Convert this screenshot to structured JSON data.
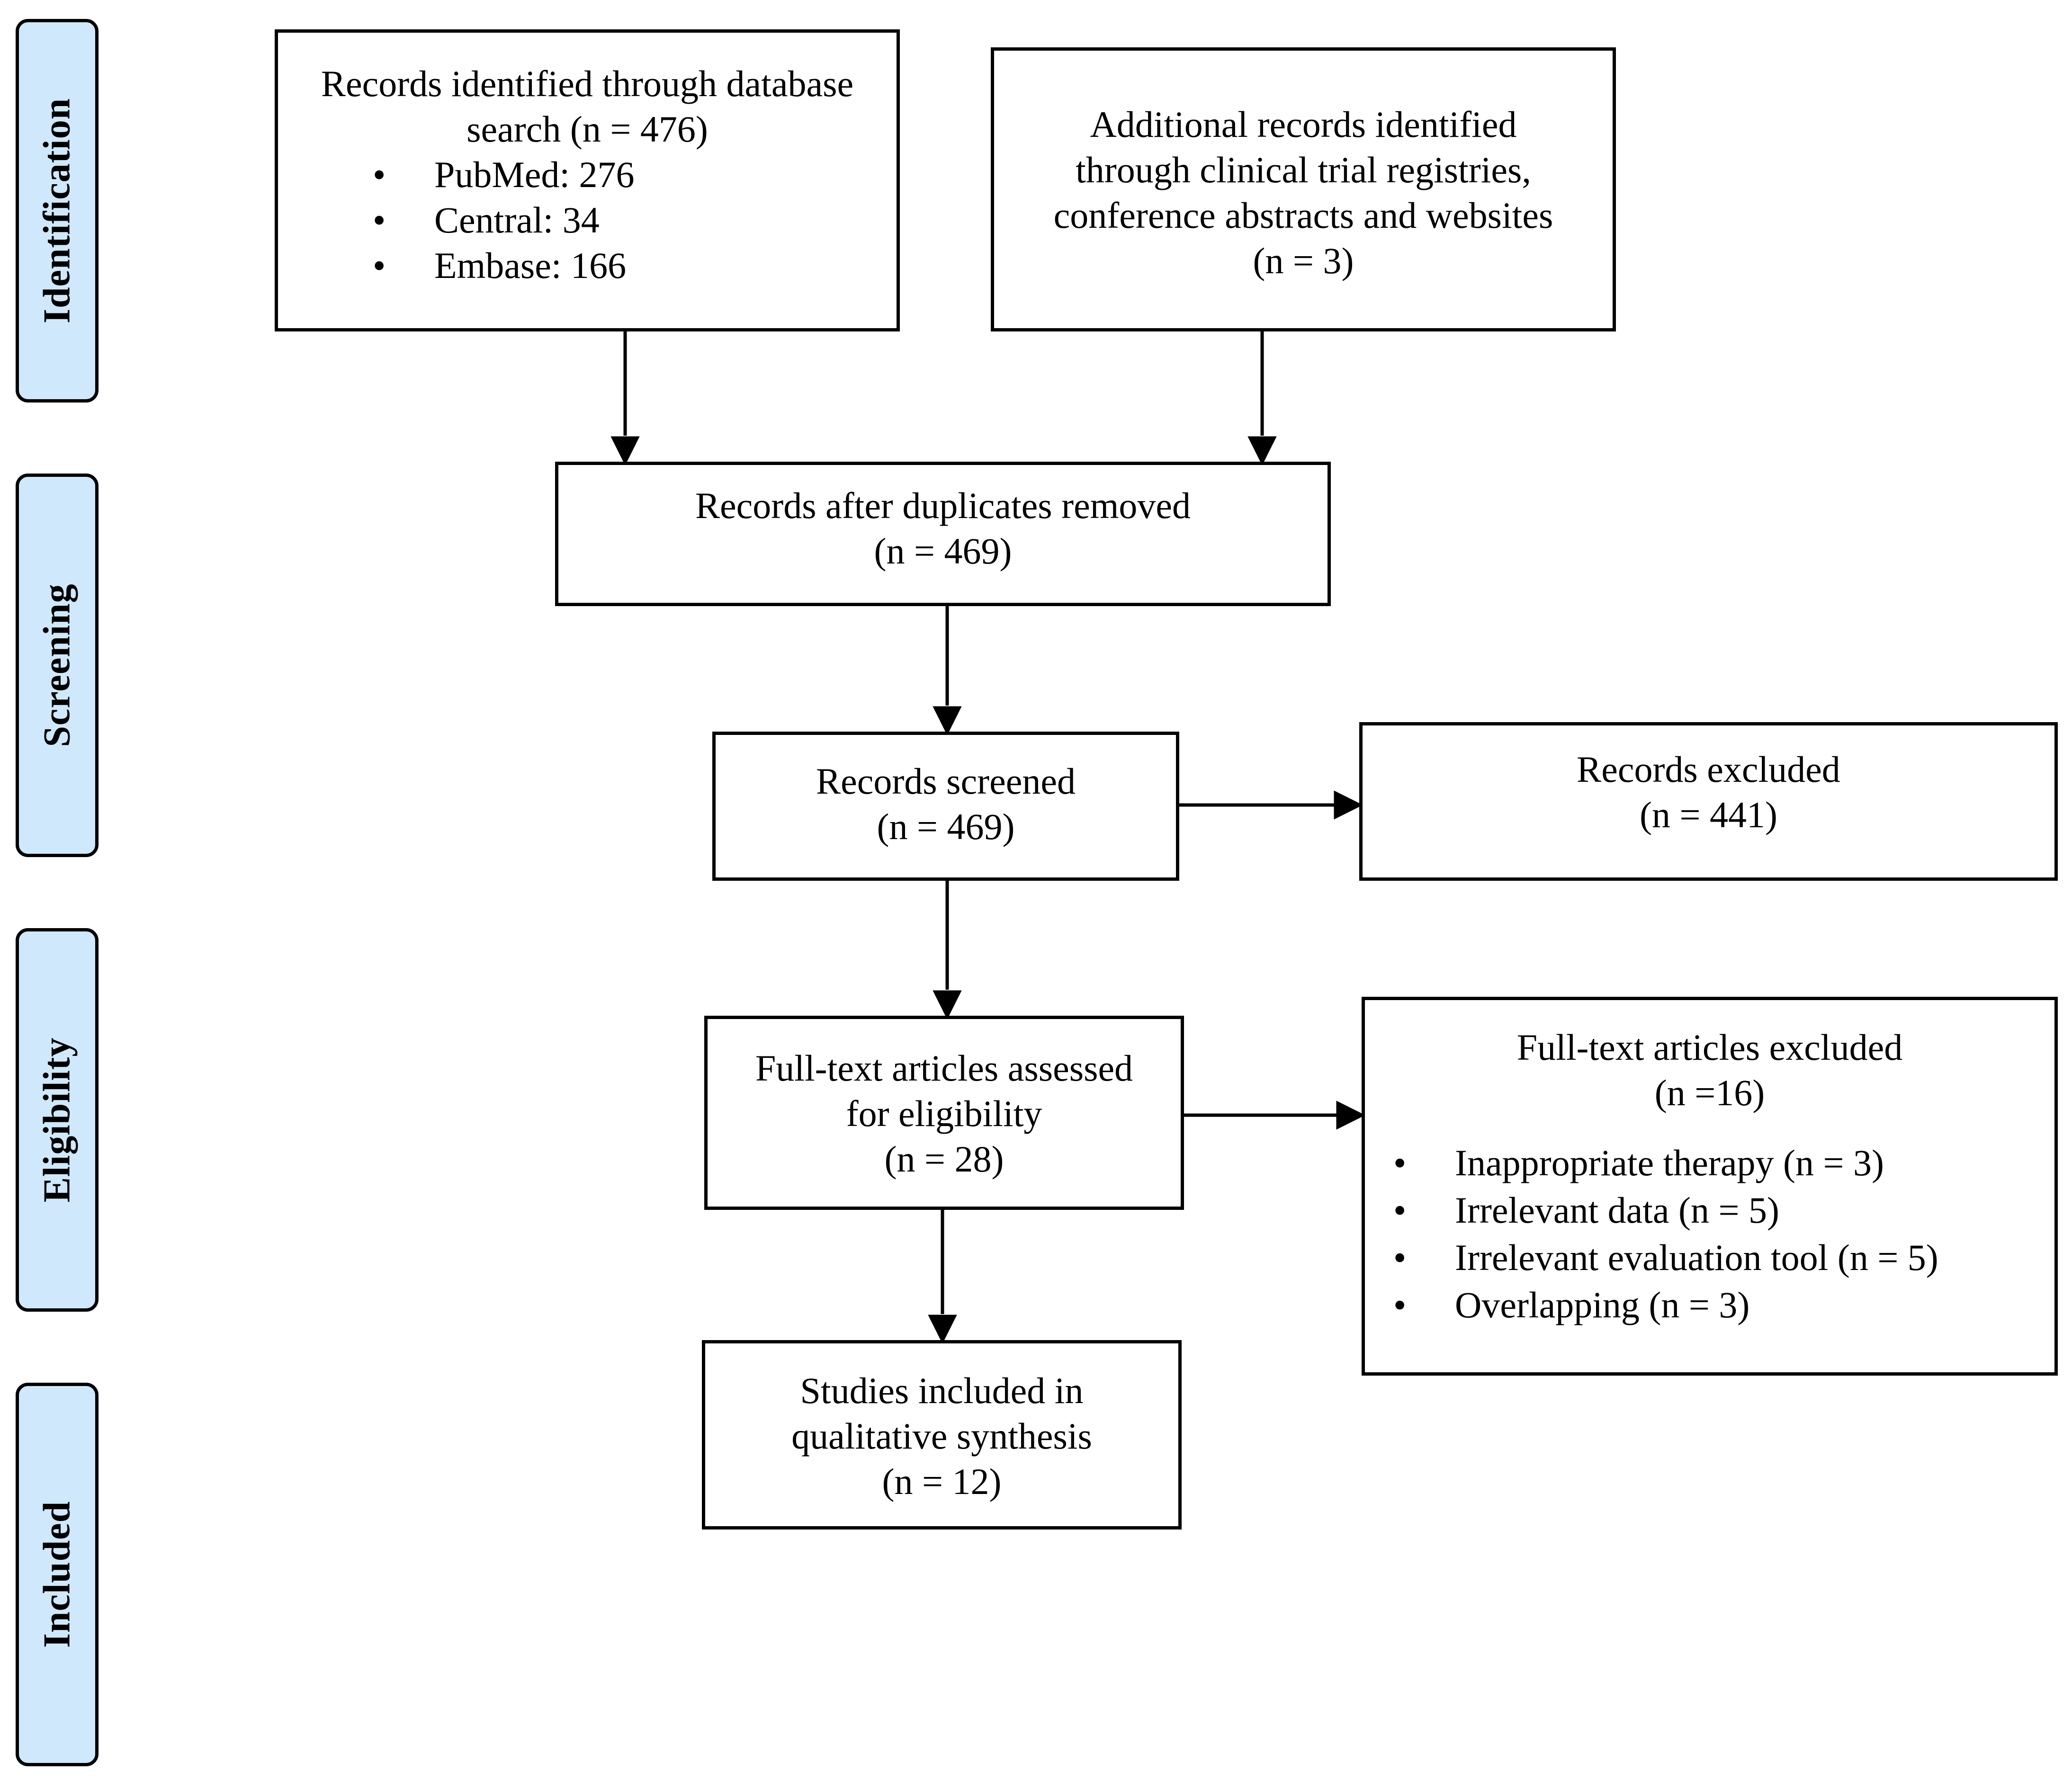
{
  "stages": [
    {
      "id": "identification",
      "label": "Identification"
    },
    {
      "id": "screening",
      "label": "Screening"
    },
    {
      "id": "eligibility",
      "label": "Eligibility"
    },
    {
      "id": "included",
      "label": "Included"
    }
  ],
  "boxes": {
    "database_search": {
      "line1": "Records identified through database",
      "line2": "search (n = 476)",
      "items": [
        "PubMed: 276",
        "Central: 34",
        "Embase: 166"
      ]
    },
    "additional_records": {
      "line1": "Additional records identified",
      "line2": "through clinical trial registries,",
      "line3": "conference abstracts and websites",
      "line4": "(n = 3)"
    },
    "duplicates_removed": {
      "line1": "Records after duplicates removed",
      "line2": "(n = 469)"
    },
    "records_screened": {
      "line1": "Records screened",
      "line2": "(n = 469)"
    },
    "records_excluded": {
      "line1": "Records excluded",
      "line2": "(n = 441)"
    },
    "fulltext_assessed": {
      "line1": "Full-text articles assessed",
      "line2": "for eligibility",
      "line3": "(n = 28)"
    },
    "fulltext_excluded": {
      "line1": "Full-text articles excluded",
      "line2": "(n =16)",
      "items": [
        "Inappropriate therapy (n = 3)",
        "Irrelevant data (n = 5)",
        "Irrelevant evaluation tool (n = 5)",
        "Overlapping (n = 3)"
      ]
    },
    "included_studies": {
      "line1": "Studies included in",
      "line2": "qualitative synthesis",
      "line3": "(n = 12)"
    }
  }
}
